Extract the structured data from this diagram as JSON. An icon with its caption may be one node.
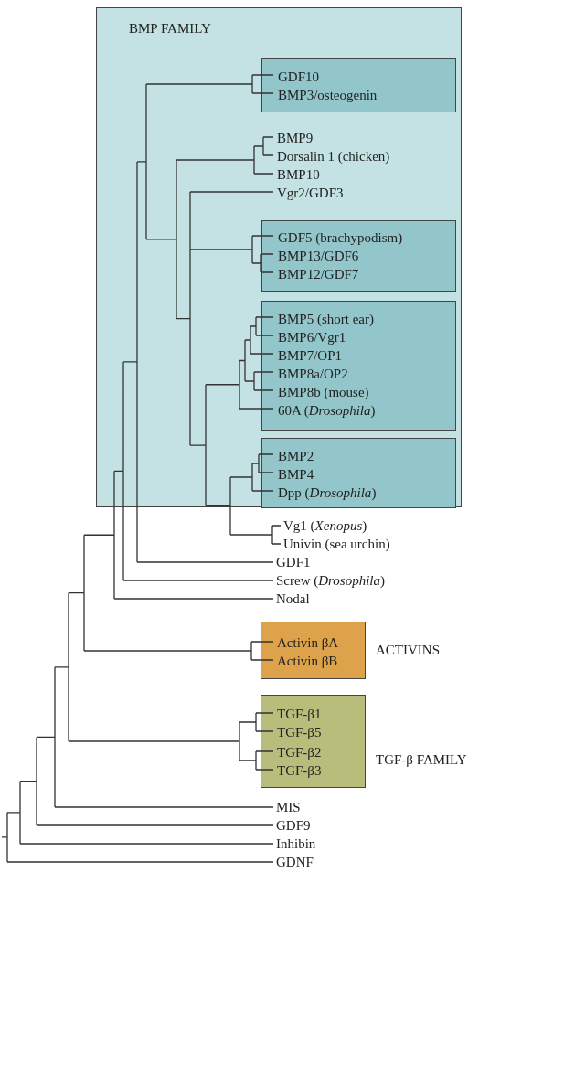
{
  "diagram": {
    "nodes": [
      {
        "text": [
          "BMP FAMILY"
        ]
      },
      {
        "text": [],
        "shape": "box",
        "in": 0
      },
      {
        "text": [
          "GDF10"
        ],
        "in": 1
      },
      {
        "text": [
          "BMP3/osteogenin"
        ],
        "in": 1
      },
      {
        "text": [
          "BMP9"
        ],
        "in": 0
      },
      {
        "text": [
          "Dorsalin 1 (chicken)"
        ],
        "in": 0
      },
      {
        "text": [
          "BMP10"
        ],
        "in": 0
      },
      {
        "text": [
          "Vgr2/GDF3"
        ],
        "in": 0
      },
      {
        "text": [],
        "shape": "box",
        "in": 0
      },
      {
        "text": [
          "GDF5 (brachypodism)"
        ],
        "in": 8
      },
      {
        "text": [
          "BMP13/GDF6"
        ],
        "in": 8
      },
      {
        "text": [
          "BMP12/GDF7"
        ],
        "in": 8
      },
      {
        "text": [],
        "shape": "box",
        "in": 0
      },
      {
        "text": [
          "BMP5 (short ear)"
        ],
        "in": 12
      },
      {
        "text": [
          "BMP6/Vgr1"
        ],
        "in": 12
      },
      {
        "text": [
          "BMP7/OP1"
        ],
        "in": 12
      },
      {
        "text": [
          "BMP8a/OP2"
        ],
        "in": 12
      },
      {
        "text": [
          "BMP8b (mouse)"
        ],
        "in": 12
      },
      {
        "text": [
          "60A (*Drosophila*)"
        ],
        "in": 12
      },
      {
        "text": [],
        "shape": "box",
        "in": 0
      },
      {
        "text": [
          "BMP2"
        ],
        "in": 19
      },
      {
        "text": [
          "BMP4"
        ],
        "in": 19
      },
      {
        "text": [
          "Dpp (*Drosophila*)"
        ],
        "in": 19
      },
      {
        "text": [
          "Vg1 (*Xenopus*)"
        ]
      },
      {
        "text": [
          "Univin (sea urchin)"
        ]
      },
      {
        "text": [
          "GDF1"
        ]
      },
      {
        "text": [
          "Screw (*Drosophila*)"
        ]
      },
      {
        "text": [
          "Nodal"
        ]
      },
      {
        "text": [
          "ACTIVINS"
        ]
      },
      {
        "text": [
          "Activin βA"
        ],
        "in": 28
      },
      {
        "text": [
          "Activin βB"
        ],
        "in": 28
      },
      {
        "text": [
          "TGF-β FAMILY"
        ]
      },
      {
        "text": [
          "TGF-β1"
        ],
        "in": 31
      },
      {
        "text": [
          "TGF-β5"
        ],
        "in": 31
      },
      {
        "text": [
          "TGF-β2"
        ],
        "in": 31
      },
      {
        "text": [
          "TGF-β3"
        ],
        "in": 31
      },
      {
        "text": [
          "MIS"
        ]
      },
      {
        "text": [
          "GDF9"
        ]
      },
      {
        "text": [
          "Inhibin"
        ]
      },
      {
        "text": [
          "GDNF"
        ]
      }
    ]
  }
}
